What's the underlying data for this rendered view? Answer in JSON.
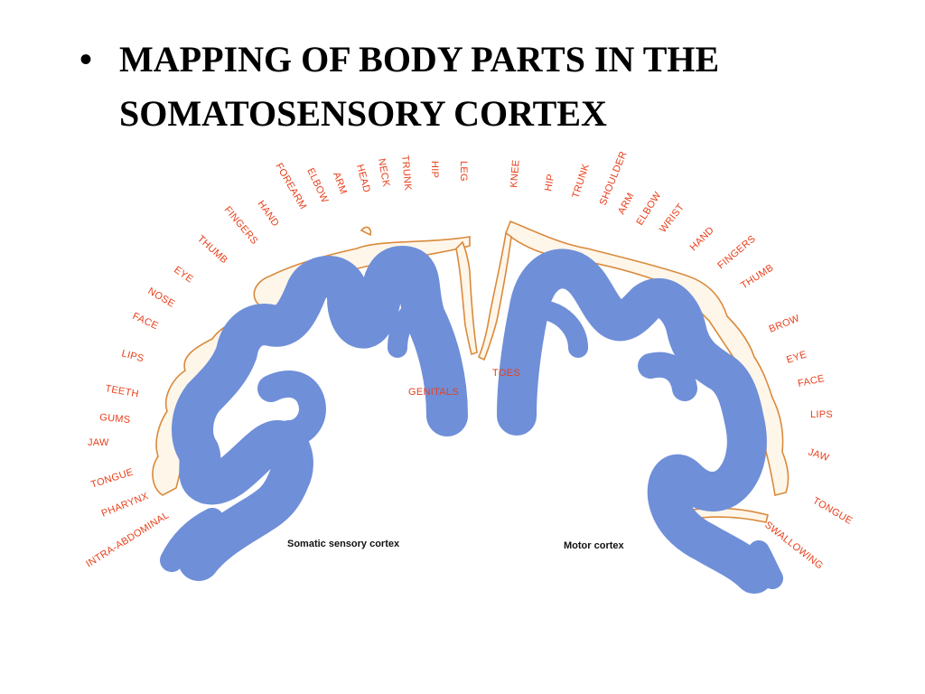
{
  "title": {
    "bullet": "•",
    "line1": "MAPPING OF BODY PARTS IN THE",
    "line2": "SOMATOSENSORY CORTEX"
  },
  "diagram": {
    "sensory_labels": [
      "LEG",
      "HIP",
      "TRUNK",
      "NECK",
      "HEAD",
      "ARM",
      "ELBOW",
      "FOREARM",
      "HAND",
      "FINGERS",
      "THUMB",
      "EYE",
      "NOSE",
      "FACE",
      "LIPS",
      "TEETH",
      "GUMS",
      "JAW",
      "TONGUE",
      "PHARYNX",
      "INTRA-ABDOMINAL"
    ],
    "motor_labels": [
      "KNEE",
      "HIP",
      "TRUNK",
      "SHOULDER",
      "ARM",
      "ELBOW",
      "WRIST",
      "HAND",
      "FINGERS",
      "THUMB",
      "BROW",
      "EYE",
      "FACE",
      "LIPS",
      "JAW",
      "TONGUE",
      "SWALLOWING"
    ],
    "genitals_label": "GENITALS",
    "toes_label": "TOES",
    "sensory_caption": "Somatic sensory cortex",
    "motor_caption": "Motor cortex",
    "colors": {
      "cortex": "#6f8fd8",
      "labels": "#e8401c",
      "homunculus": "#d98a3c"
    }
  }
}
